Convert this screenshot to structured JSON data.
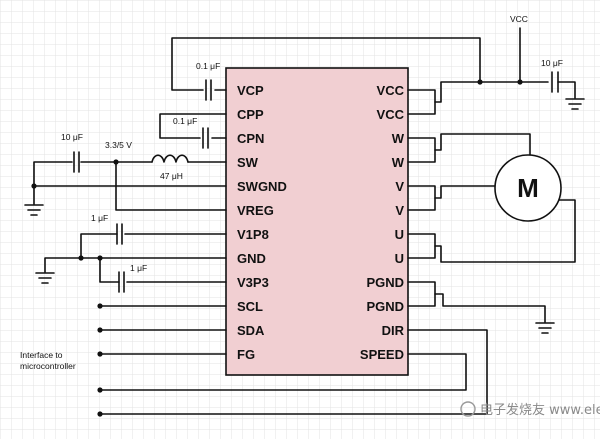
{
  "ic": {
    "fill": "#f1cfd2",
    "left_pins": [
      "VCP",
      "CPP",
      "CPN",
      "SW",
      "SWGND",
      "VREG",
      "V1P8",
      "GND",
      "V3P3",
      "SCL",
      "SDA",
      "FG"
    ],
    "right_pins": [
      "VCC",
      "VCC",
      "W",
      "W",
      "V",
      "V",
      "U",
      "U",
      "PGND",
      "PGND",
      "DIR",
      "SPEED"
    ]
  },
  "labels": {
    "vcc": "VCC",
    "cap_vcc": "10 μF",
    "cap_vcp": "0.1 μF",
    "cap_cpp": "0.1 μF",
    "cap_sw": "10 μF",
    "sw_voltage": "3.3/5 V",
    "inductor": "47 μH",
    "cap_v1p8": "1 μF",
    "cap_v3p3": "1 μF",
    "interface_line1": "Interface to",
    "interface_line2": "microcontroller",
    "motor": "M"
  },
  "watermark": "电子发烧友 www.elecfans.com",
  "colors": {
    "grid": "#e3e3e3",
    "wire": "#111111",
    "ic_fill": "#f1cfd2"
  }
}
